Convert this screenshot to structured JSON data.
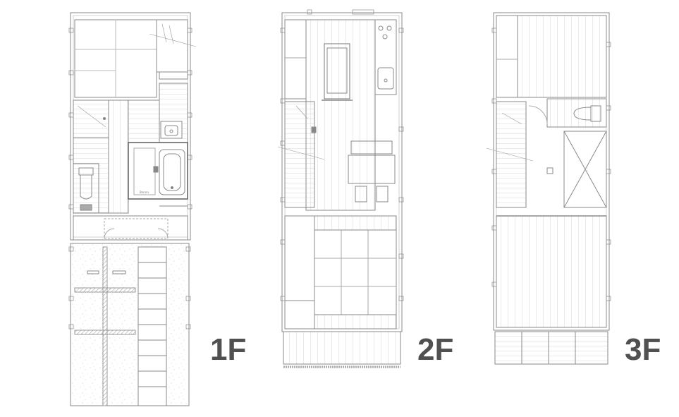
{
  "floors": [
    {
      "id": "1f",
      "label": "1F"
    },
    {
      "id": "2f",
      "label": "2F"
    },
    {
      "id": "3f",
      "label": "3F"
    }
  ],
  "colors": {
    "line": "#8a8a8a",
    "dark_line": "#555555",
    "label": "#505050",
    "hatch": "#b0b0b0"
  }
}
